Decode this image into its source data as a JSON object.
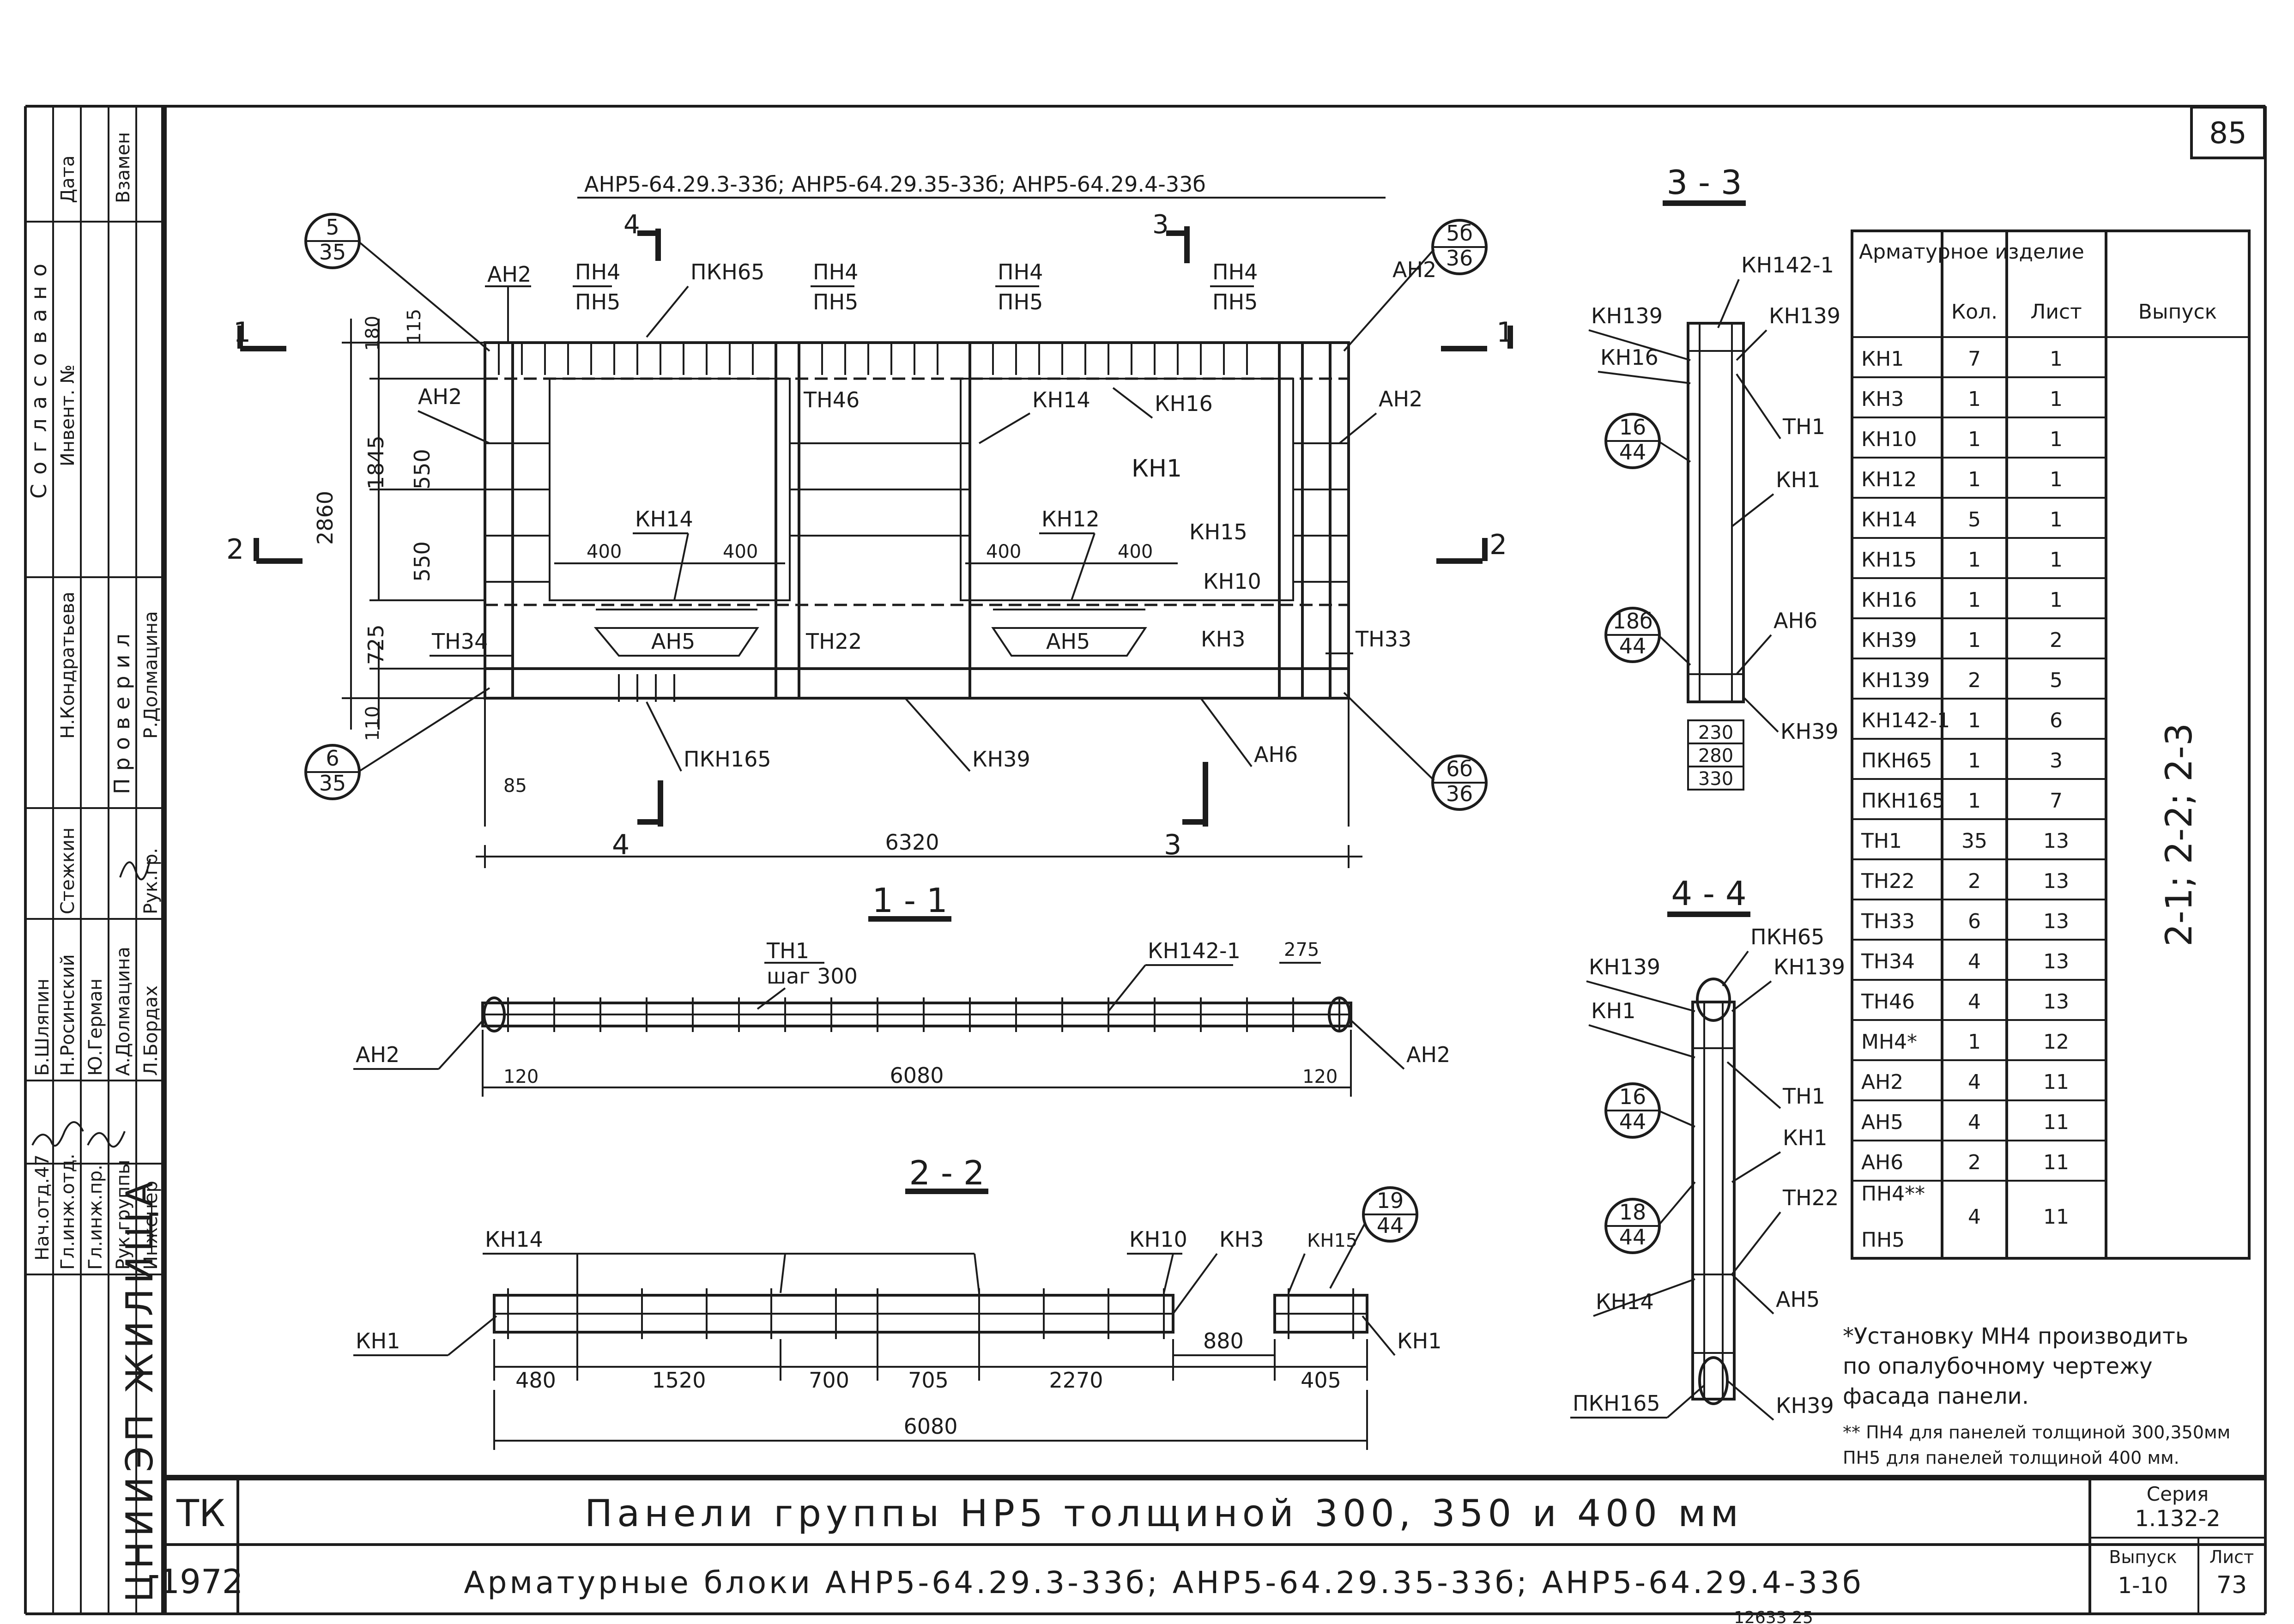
{
  "sheet": {
    "number": "85",
    "series_label": "Серия",
    "series_value": "1.132-2",
    "issue_label": "Выпуск",
    "issue_value": "1-10",
    "sheet_label": "Лист",
    "sheet_value": "73",
    "org": "ЦНИИЭП ЖИЛИЩА",
    "tk": "ТК",
    "year": "1972",
    "title_line1": "Панели группы НР5 толщиной 300, 350 и 400 мм",
    "title_line2": "Арматурные блоки  АНР5-64.29.3-33б;  АНР5-64.29.35-33б;  АНР5-64.29.4-33б",
    "bottom_note": "12633   25"
  },
  "left_strip": {
    "agreed": "Согласовано",
    "date": "Дата",
    "inv": "Инвент. №",
    "replace": "Взамен",
    "checked": "Проверил",
    "roles": [
      "Нач.отд.47",
      "Гл.инж.отд.",
      "Гл.инж.пр.",
      "Рук.группы",
      "Инженер"
    ],
    "names": [
      "Б.Шляпин",
      "Н.Росинский",
      "Ю.Герман",
      "А.Долмацина",
      "Л.Бордах"
    ],
    "reviewers": [
      "Стежкин",
      "Н.Кондратьева",
      "Рук.гр.",
      "Р.Долмацина"
    ]
  },
  "main_view": {
    "header": "АНР5-64.29.3-33б;  АНР5-64.29.35-33б;  АНР5-64.29.4-33б",
    "callouts": [
      {
        "top": "5",
        "bottom": "35"
      },
      {
        "top": "6",
        "bottom": "35"
      },
      {
        "top": "5б",
        "bottom": "36"
      },
      {
        "top": "6б",
        "bottom": "36"
      }
    ],
    "section_marks": [
      "1",
      "1",
      "2",
      "2",
      "3",
      "3",
      "4",
      "4"
    ],
    "labels": {
      "an2": "АН2",
      "pn4": "ПН4",
      "pn5": "ПН5",
      "pkn65": "ПКН65",
      "pkn165": "ПКН165",
      "tn46": "ТН46",
      "kn14": "КН14",
      "kn16": "КН16",
      "kn1": "КН1",
      "kn12": "КН12",
      "kn15": "КН15",
      "kn10": "КН10",
      "kn3": "КН3",
      "tn34": "ТН34",
      "tn22": "ТН22",
      "tn33": "ТН33",
      "an5": "АН5",
      "an6": "АН6",
      "kn39": "КН39"
    },
    "dims": {
      "d180": "180",
      "d115": "115",
      "d1845": "1845",
      "d550a": "550",
      "d550b": "550",
      "d2860": "2860",
      "d725": "725",
      "d110": "110",
      "d85": "85",
      "d400": "400",
      "d6320": "6320"
    }
  },
  "section_11": {
    "title": "1 - 1",
    "tn1": "ТН1",
    "step": "шаг 300",
    "kn142": "КН142-1",
    "d275": "275",
    "an2": "АН2",
    "d120": "120",
    "d6080": "6080"
  },
  "section_22": {
    "title": "2 - 2",
    "kn14": "КН14",
    "kn10": "КН10",
    "kn3": "КН3",
    "kn15": "КН15",
    "kn1": "КН1",
    "callout": {
      "top": "19",
      "bottom": "44"
    },
    "dims": [
      "480",
      "1520",
      "700",
      "705",
      "2270",
      "405"
    ],
    "d880": "880",
    "d6080": "6080"
  },
  "section_33": {
    "title": "3 - 3",
    "kn142": "КН142-1",
    "kn139": "КН139",
    "kn16": "КН16",
    "tn1": "ТН1",
    "kn1": "КН1",
    "an6": "АН6",
    "kn39": "КН39",
    "callouts": [
      {
        "top": "16",
        "bottom": "44"
      },
      {
        "top": "18б",
        "bottom": "44"
      }
    ],
    "thickness": [
      "230",
      "280",
      "330"
    ]
  },
  "section_44": {
    "title": "4 - 4",
    "pkn65": "ПКН65",
    "kn139": "КН139",
    "kn1": "КН1",
    "tn1": "ТН1",
    "tn22": "ТН22",
    "kn14": "КН14",
    "an5": "АН5",
    "pkn165": "ПКН165",
    "kn39": "КН39",
    "callouts": [
      {
        "top": "16",
        "bottom": "44"
      },
      {
        "top": "18",
        "bottom": "44"
      }
    ]
  },
  "spec_table": {
    "headers": [
      "Арматурное изделие",
      "Кол.",
      "Лист",
      "Выпуск"
    ],
    "rows": [
      [
        "КН1",
        "7",
        "1"
      ],
      [
        "КН3",
        "1",
        "1"
      ],
      [
        "КН10",
        "1",
        "1"
      ],
      [
        "КН12",
        "1",
        "1"
      ],
      [
        "КН14",
        "5",
        "1"
      ],
      [
        "КН15",
        "1",
        "1"
      ],
      [
        "КН16",
        "1",
        "1"
      ],
      [
        "КН39",
        "1",
        "2"
      ],
      [
        "КН139",
        "2",
        "5"
      ],
      [
        "КН142-1",
        "1",
        "6"
      ],
      [
        "ПКН65",
        "1",
        "3"
      ],
      [
        "ПКН165",
        "1",
        "7"
      ],
      [
        "ТН1",
        "35",
        "13"
      ],
      [
        "ТН22",
        "2",
        "13"
      ],
      [
        "ТН33",
        "6",
        "13"
      ],
      [
        "ТН34",
        "4",
        "13"
      ],
      [
        "ТН46",
        "4",
        "13"
      ],
      [
        "МН4*",
        "1",
        "12"
      ],
      [
        "АН2",
        "4",
        "11"
      ],
      [
        "АН5",
        "4",
        "11"
      ],
      [
        "АН6",
        "2",
        "11"
      ]
    ],
    "last_row": {
      "item_top": "ПН4**",
      "item_bottom": "ПН5",
      "qty": "4",
      "sheet": "11"
    },
    "release": "2-1; 2-2; 2-3"
  },
  "notes": [
    "*Установку МН4 производить",
    "по опалубочному чертежу",
    "фасада панели.",
    "** ПН4 для панелей толщиной 300,350мм",
    "ПН5 для панелей толщиной 400 мм."
  ]
}
